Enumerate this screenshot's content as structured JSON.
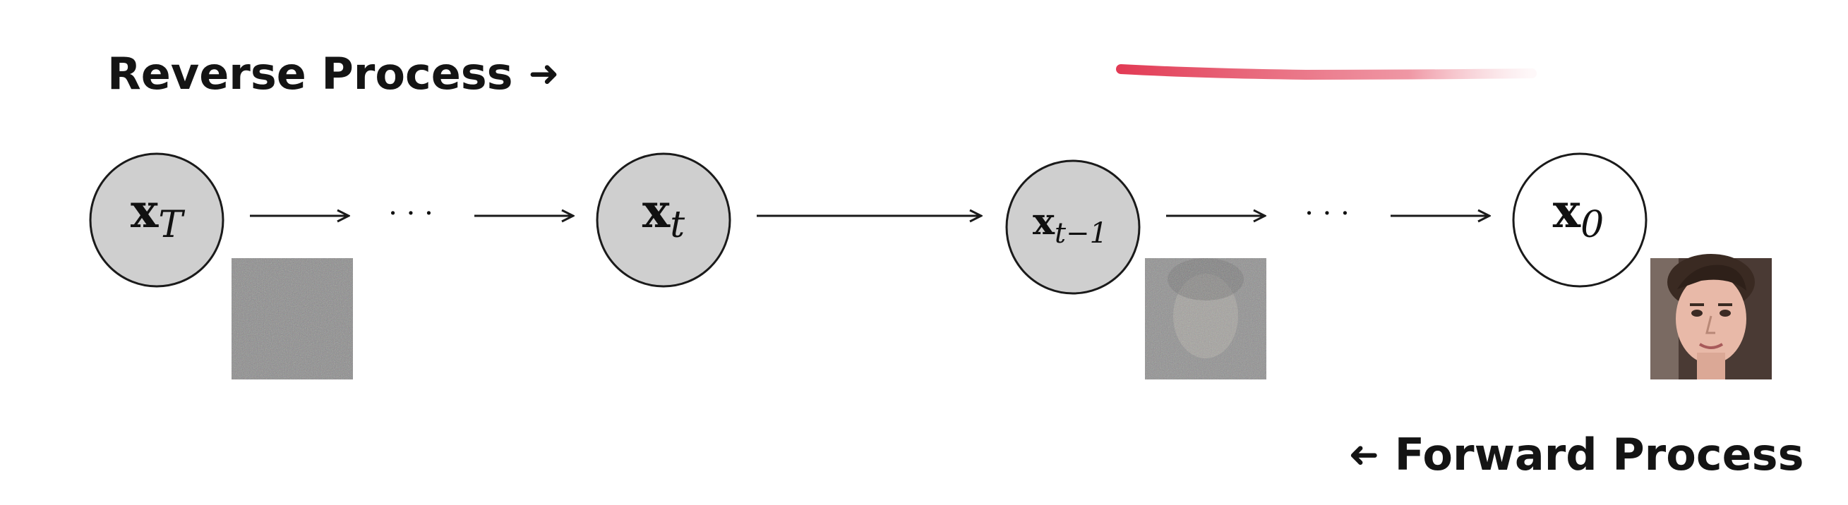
{
  "labels": {
    "reverse": "Reverse Process",
    "forward": "Forward Process"
  },
  "nodes": [
    {
      "main": "x",
      "sub": "T",
      "fill": "#cfcfcf"
    },
    {
      "main": "x",
      "sub": "t",
      "fill": "#cfcfcf"
    },
    {
      "main": "x",
      "sub": "t−1",
      "fill": "#cfcfcf"
    },
    {
      "main": "x",
      "sub": "0",
      "fill": "#ffffff"
    }
  ],
  "ellipsis": "· · ·",
  "colors": {
    "highlight_stroke": "#e23b55",
    "node_stroke": "#1a1a1a"
  }
}
